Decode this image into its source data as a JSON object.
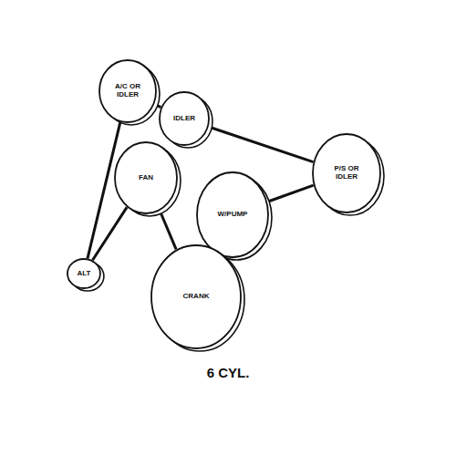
{
  "diagram": {
    "caption": "6 CYL.",
    "nodes": [
      {
        "text": [
          "A/C OR IDLER"
        ]
      },
      {
        "text": [
          "IDLER"
        ]
      },
      {
        "text": [
          "FAN"
        ]
      },
      {
        "text": [
          "W/PUMP"
        ]
      },
      {
        "text": [
          "P/S OR IDLER"
        ]
      },
      {
        "text": [
          "ALT"
        ]
      },
      {
        "text": [
          "CRANK"
        ]
      }
    ],
    "edges": [
      {
        "from": 5,
        "to": 0,
        "arrow": "none"
      },
      {
        "from": 0,
        "to": 1,
        "arrow": "none"
      },
      {
        "from": 1,
        "to": 4,
        "arrow": "none"
      },
      {
        "from": 4,
        "to": 3,
        "arrow": "none"
      },
      {
        "from": 3,
        "to": 6,
        "arrow": "none"
      },
      {
        "from": 6,
        "to": 2,
        "arrow": "none"
      },
      {
        "from": 2,
        "to": 5,
        "arrow": "none"
      }
    ]
  }
}
